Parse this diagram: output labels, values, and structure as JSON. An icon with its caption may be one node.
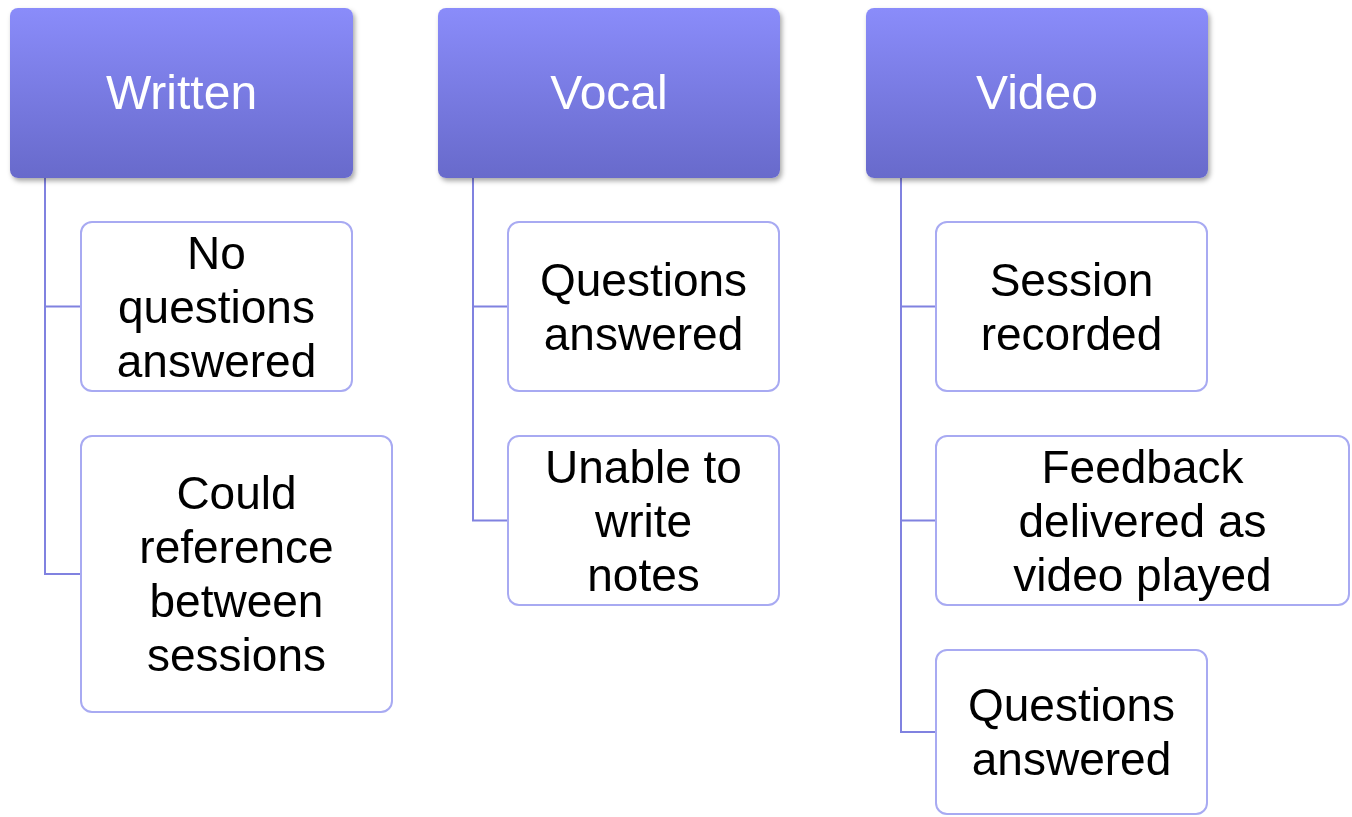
{
  "diagram": {
    "nodes": [
      {
        "text": [
          "Written"
        ]
      },
      {
        "text": [
          "No questions answered"
        ]
      },
      {
        "text": [
          "Could reference between sessions"
        ]
      },
      {
        "text": [
          "Vocal"
        ]
      },
      {
        "text": [
          "Questions answered"
        ]
      },
      {
        "text": [
          "Unable to write notes"
        ]
      },
      {
        "text": [
          "Video"
        ]
      },
      {
        "text": [
          "Session recorded"
        ]
      },
      {
        "text": [
          "Feedback delivered as video played"
        ]
      },
      {
        "text": [
          "Questions answered"
        ]
      }
    ],
    "edges": [
      {
        "from": 0,
        "to": 1,
        "arrow": "none"
      },
      {
        "from": 0,
        "to": 2,
        "arrow": "none"
      },
      {
        "from": 3,
        "to": 4,
        "arrow": "none"
      },
      {
        "from": 3,
        "to": 5,
        "arrow": "none"
      },
      {
        "from": 6,
        "to": 7,
        "arrow": "none"
      },
      {
        "from": 6,
        "to": 8,
        "arrow": "none"
      },
      {
        "from": 6,
        "to": 9,
        "arrow": "none"
      }
    ]
  }
}
